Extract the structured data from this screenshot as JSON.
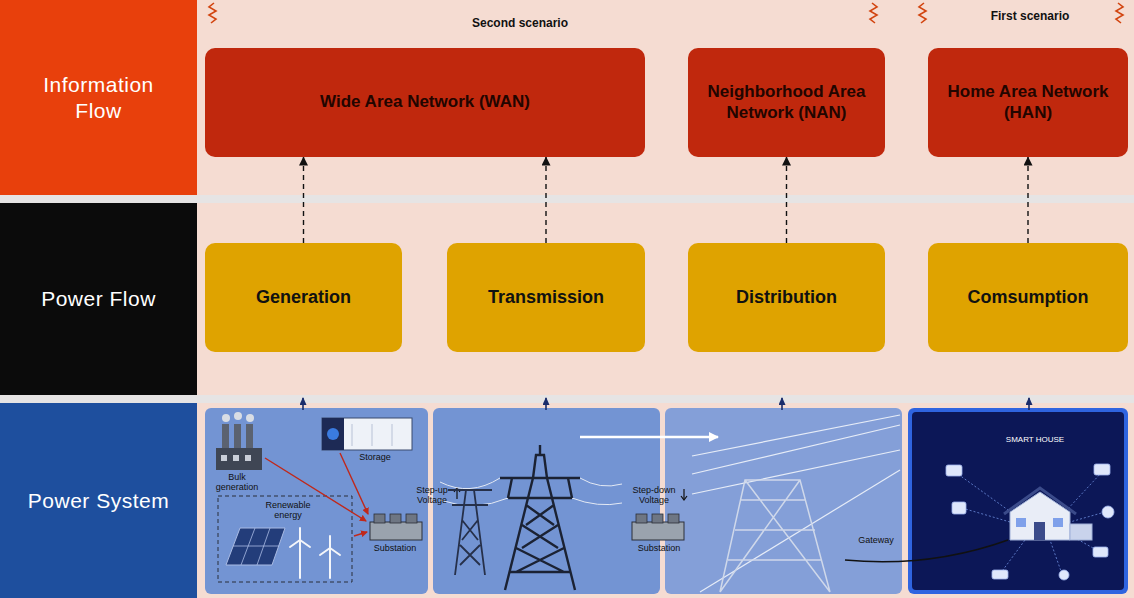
{
  "diagram": {
    "nodes": [
      {
        "text": [
          "Information Flow"
        ]
      },
      {
        "text": [
          "Wide Area Network (WAN)"
        ]
      },
      {
        "text": [
          "Neighborhood Area Network (NAN)"
        ]
      },
      {
        "text": [
          "Home Area Network (HAN)"
        ]
      },
      {
        "text": [
          "Power Flow"
        ]
      },
      {
        "text": [
          "Generation"
        ]
      },
      {
        "text": [
          "Transmission"
        ]
      },
      {
        "text": [
          "Distribution"
        ]
      },
      {
        "text": [
          "Comsumption"
        ]
      },
      {
        "text": [
          "Power System"
        ]
      }
    ],
    "edges": [
      {
        "from": 5,
        "to": 1,
        "arrow": "to"
      },
      {
        "from": 6,
        "to": 1,
        "arrow": "to"
      },
      {
        "from": 7,
        "to": 2,
        "arrow": "to"
      },
      {
        "from": 8,
        "to": 3,
        "arrow": "to"
      }
    ],
    "labels": [
      "Second scenario",
      "First scenario",
      "Bulk generation",
      "Storage",
      "Renewable energy",
      "Step-up Voltage",
      "Substation",
      "Step-down Voltage",
      "Substation",
      "Gateway",
      "SMART HOUSE"
    ]
  }
}
